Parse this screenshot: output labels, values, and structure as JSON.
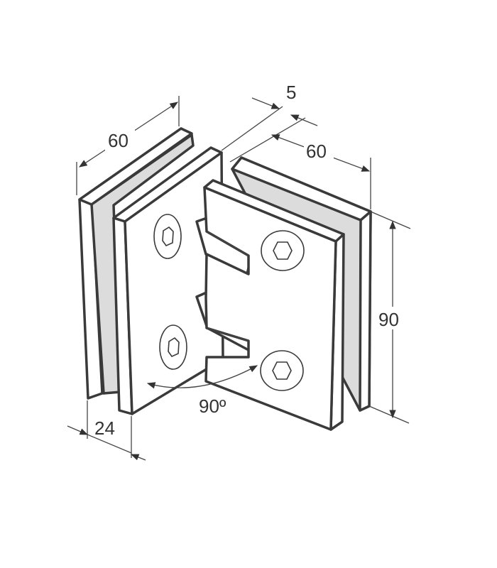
{
  "diagram": {
    "dimensions": {
      "left_width": "60",
      "gap": "5",
      "right_width": "60",
      "height": "90",
      "thickness": "24",
      "angle": "90º"
    },
    "colors": {
      "outline": "#3a3a3a",
      "glass": "#dcdcdc",
      "plate": "#ffffff",
      "text": "#333333"
    }
  }
}
